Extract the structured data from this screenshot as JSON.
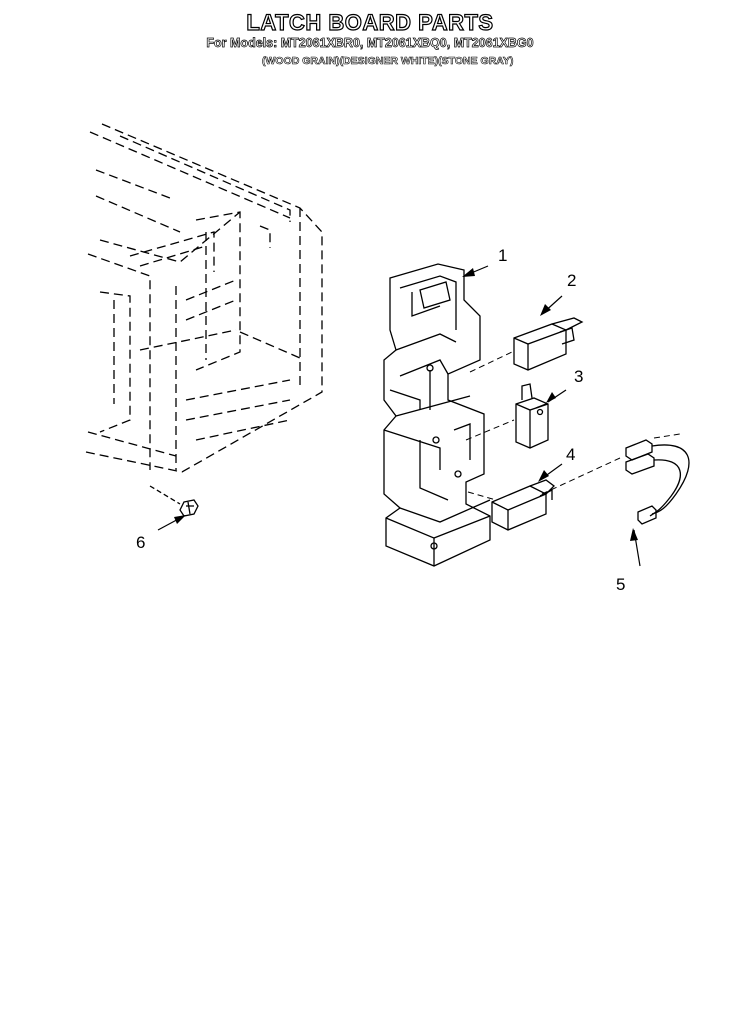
{
  "header": {
    "title": "LATCH BOARD PARTS",
    "models": "For Models: MT2061XBR0, MT2061XBQ0, MT2061XBG0",
    "finishes": "(WOOD GRAIN)(DESIGNER WHITE)(STONE GRAY)"
  },
  "callouts": [
    "1",
    "2",
    "3",
    "4",
    "5",
    "6"
  ]
}
